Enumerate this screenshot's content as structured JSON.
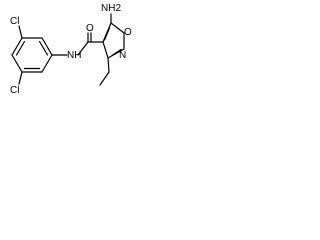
{
  "structure": {
    "labels": {
      "nh2": "NH2",
      "cl_top": "Cl",
      "cl_bottom": "Cl",
      "amide_o": "O",
      "amide_nh": "NH",
      "ring_n": "N",
      "ring_o": "O"
    }
  }
}
